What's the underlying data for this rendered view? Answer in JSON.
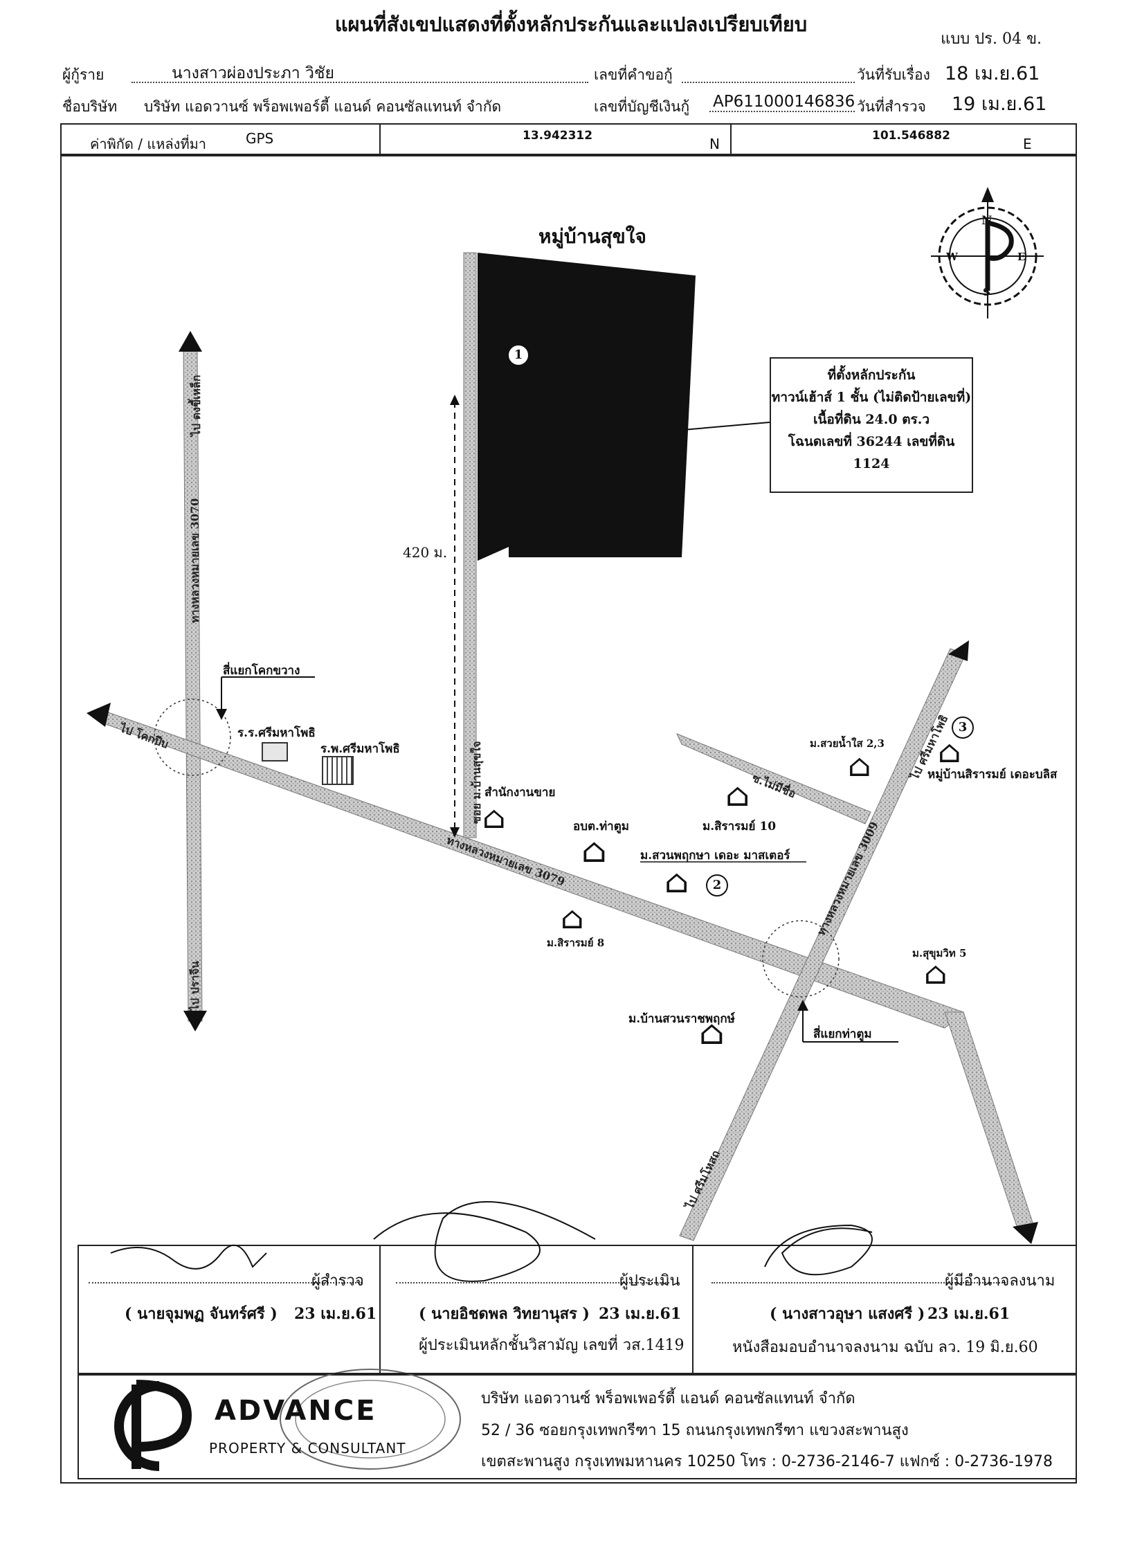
{
  "header": {
    "title": "แผนที่สังเขปแสดงที่ตั้งหลักประกันและแปลงเปรียบเทียบ",
    "form_no": "แบบ ปร. 04 ข.",
    "borrower_label": "ผู้กู้ราย",
    "borrower_value": "นางสาวผ่องประภา วิชัย",
    "request_no_label": "เลขที่คำขอกู้",
    "received_label": "วันที่รับเรื่อง",
    "received_date": "18 เม.ย.61",
    "company_label": "ชื่อบริษัท",
    "company_value": "บริษัท แอดวานซ์ พร็อพเพอร์ตี้ แอนด์ คอนซัลแทนท์ จำกัด",
    "account_label": "เลขที่บัญชีเงินกู้",
    "account_value": "AP611000146836",
    "survey_label": "วันที่สำรวจ",
    "survey_date": "19 เม.ย.61"
  },
  "coordinates": {
    "label": "ค่าพิกัด / แหล่งที่มา",
    "source": "GPS",
    "lat": "13.942312",
    "lat_suffix": "N",
    "lon": "101.546882",
    "lon_suffix": "E"
  },
  "map": {
    "village_title": "หมู่บ้านสุขใจ",
    "distance": "420 ม.",
    "callout": {
      "line1": "ที่ตั้งหลักประกัน",
      "line2": "ทาวน์เฮ้าส์ 1 ชั้น (ไม่ติดป้ายเลขที่)",
      "line3": "เนื้อที่ดิน 24.0 ตร.ว",
      "line4": "โฉนดเลขที่ 36244 เลขที่ดิน 1124"
    },
    "compass": {
      "n": "N",
      "s": "S",
      "e": "E",
      "w": "W"
    },
    "markers": [
      "1",
      "2",
      "3"
    ],
    "labels": {
      "intersection_west": "สี่แยกโคกขวาง",
      "school": "ร.ร.ศรีมหาโพธิ",
      "hospital": "ร.พ.ศรีมหาโพธิ",
      "to_west": "ไป โคกปีบ",
      "sales_office": "สำนักงานขาย",
      "tambon_office": "อบต.ท่าตูม",
      "soi_sukjai": "ซอย ม.บ้านสุขใจ",
      "village_suan": "ม.สวนพฤกษา เดอะ มาสเตอร์",
      "village_sirarom10": "ม.สิรารมย์ 10",
      "village_suay": "ม.สวยน้ำใส 2,3",
      "village_sirarom_bliss": "หมู่บ้านสิรารมย์ เดอะบลิส",
      "soi_unnamed": "ซ.ไม่มีชื่อ",
      "village_sirarom8": "ม.สิรารมย์ 8",
      "main_road": "ทางหลวงหมายเลข 3079",
      "road_3009": "ทางหลวงหมายเลข 3009",
      "road_west_vertical": "ทางหลวงหมายเลข 3070",
      "to_prachin": "ไป ปราจีน",
      "to_srimahaphot": "ไป ศรีมหาโพธิ",
      "to_sri": "ไป ศรีมโหสถ",
      "to_north_west": "ไป ดงขี้เหล็ก",
      "village_sukhumvit5": "ม.สุขุมวิท 5",
      "village_ratchaphruek": "ม.บ้านสวนราชพฤกษ์",
      "intersection_thatum": "สี่แยกท่าตูม"
    }
  },
  "signatures": {
    "surveyor_role": "ผู้สำรวจ",
    "surveyor_name": "( นายจุมพฏ จันทร์ศรี )",
    "surveyor_date": "23 เม.ย.61",
    "appraiser_role": "ผู้ประเมิน",
    "appraiser_name": "( นายอิชดพล วิทยานุสร )",
    "appraiser_date": "23 เม.ย.61",
    "appraiser_license": "ผู้ประเมินหลักชั้นวิสามัญ เลขที่ วส.1419",
    "authorized_role": "ผู้มีอำนาจลงนาม",
    "authorized_name": "( นางสาวอุษา แสงศรี )",
    "authorized_date": "23 เม.ย.61",
    "authorized_letter": "หนังสือมอบอำนาจลงนาม ฉบับ ลว. 19 มิ.ย.60"
  },
  "footer": {
    "logo_text": "ADVANCE",
    "logo_sub": "PROPERTY & CONSULTANT",
    "company": "บริษัท แอดวานซ์ พร็อพเพอร์ตี้ แอนด์ คอนซัลแทนท์ จำกัด",
    "address1": "52 / 36 ซอยกรุงเทพกรีฑา 15 ถนนกรุงเทพกรีฑา แขวงสะพานสูง",
    "address2": "เขตสะพานสูง กรุงเทพมหานคร 10250 โทร : 0-2736-2146-7 แฟกซ์ : 0-2736-1978"
  }
}
